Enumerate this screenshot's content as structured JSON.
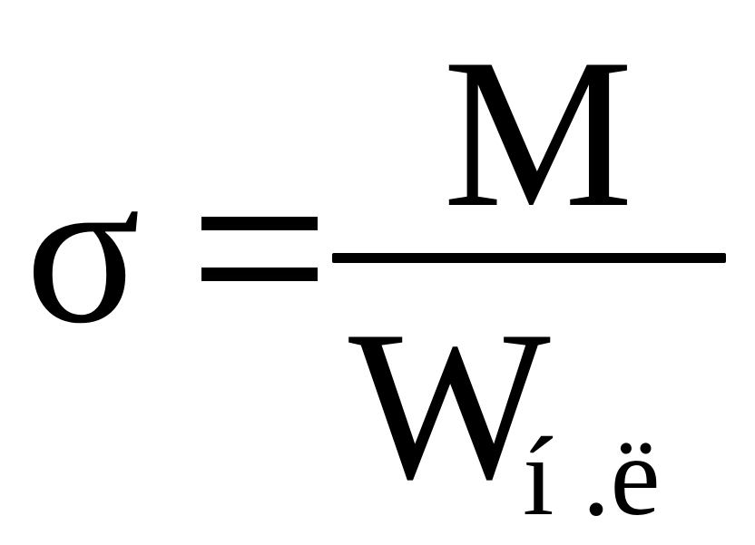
{
  "formula": {
    "lhs": "σ",
    "relation": "=",
    "numerator": "M",
    "denominator": "W",
    "denominator_subscript": "í .ë"
  }
}
